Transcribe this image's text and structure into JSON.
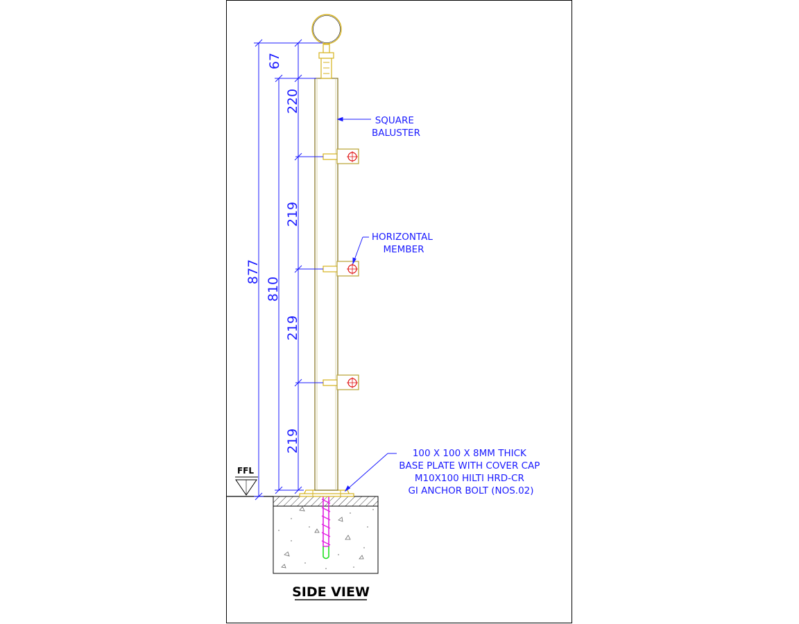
{
  "dimensions": {
    "overall": "877",
    "post": "810",
    "top_gap": "67",
    "first_segment": "220",
    "segment_2": "219",
    "segment_3": "219",
    "segment_4": "219"
  },
  "labels": {
    "baluster": [
      "SQUARE",
      "BALUSTER"
    ],
    "horizontal_member": [
      "HORIZONTAL",
      "MEMBER"
    ],
    "base_plate": [
      "100 X 100 X 8MM THICK",
      "BASE PLATE WITH COVER CAP",
      "M10X100 HILTI HRD-CR",
      "GI ANCHOR BOLT (NOS.02)"
    ],
    "ffl": "FFL",
    "title": "SIDE VIEW"
  },
  "colors": {
    "annotation": "#1a1aff",
    "post_outline": "#8a7a2a",
    "hardware": "#d6b21c",
    "bracket": "#b8a030",
    "bracket_hole": "#e01010",
    "anchor_bolt": "#e020e0",
    "anchor_tip": "#20e020",
    "outline": "#000000"
  }
}
